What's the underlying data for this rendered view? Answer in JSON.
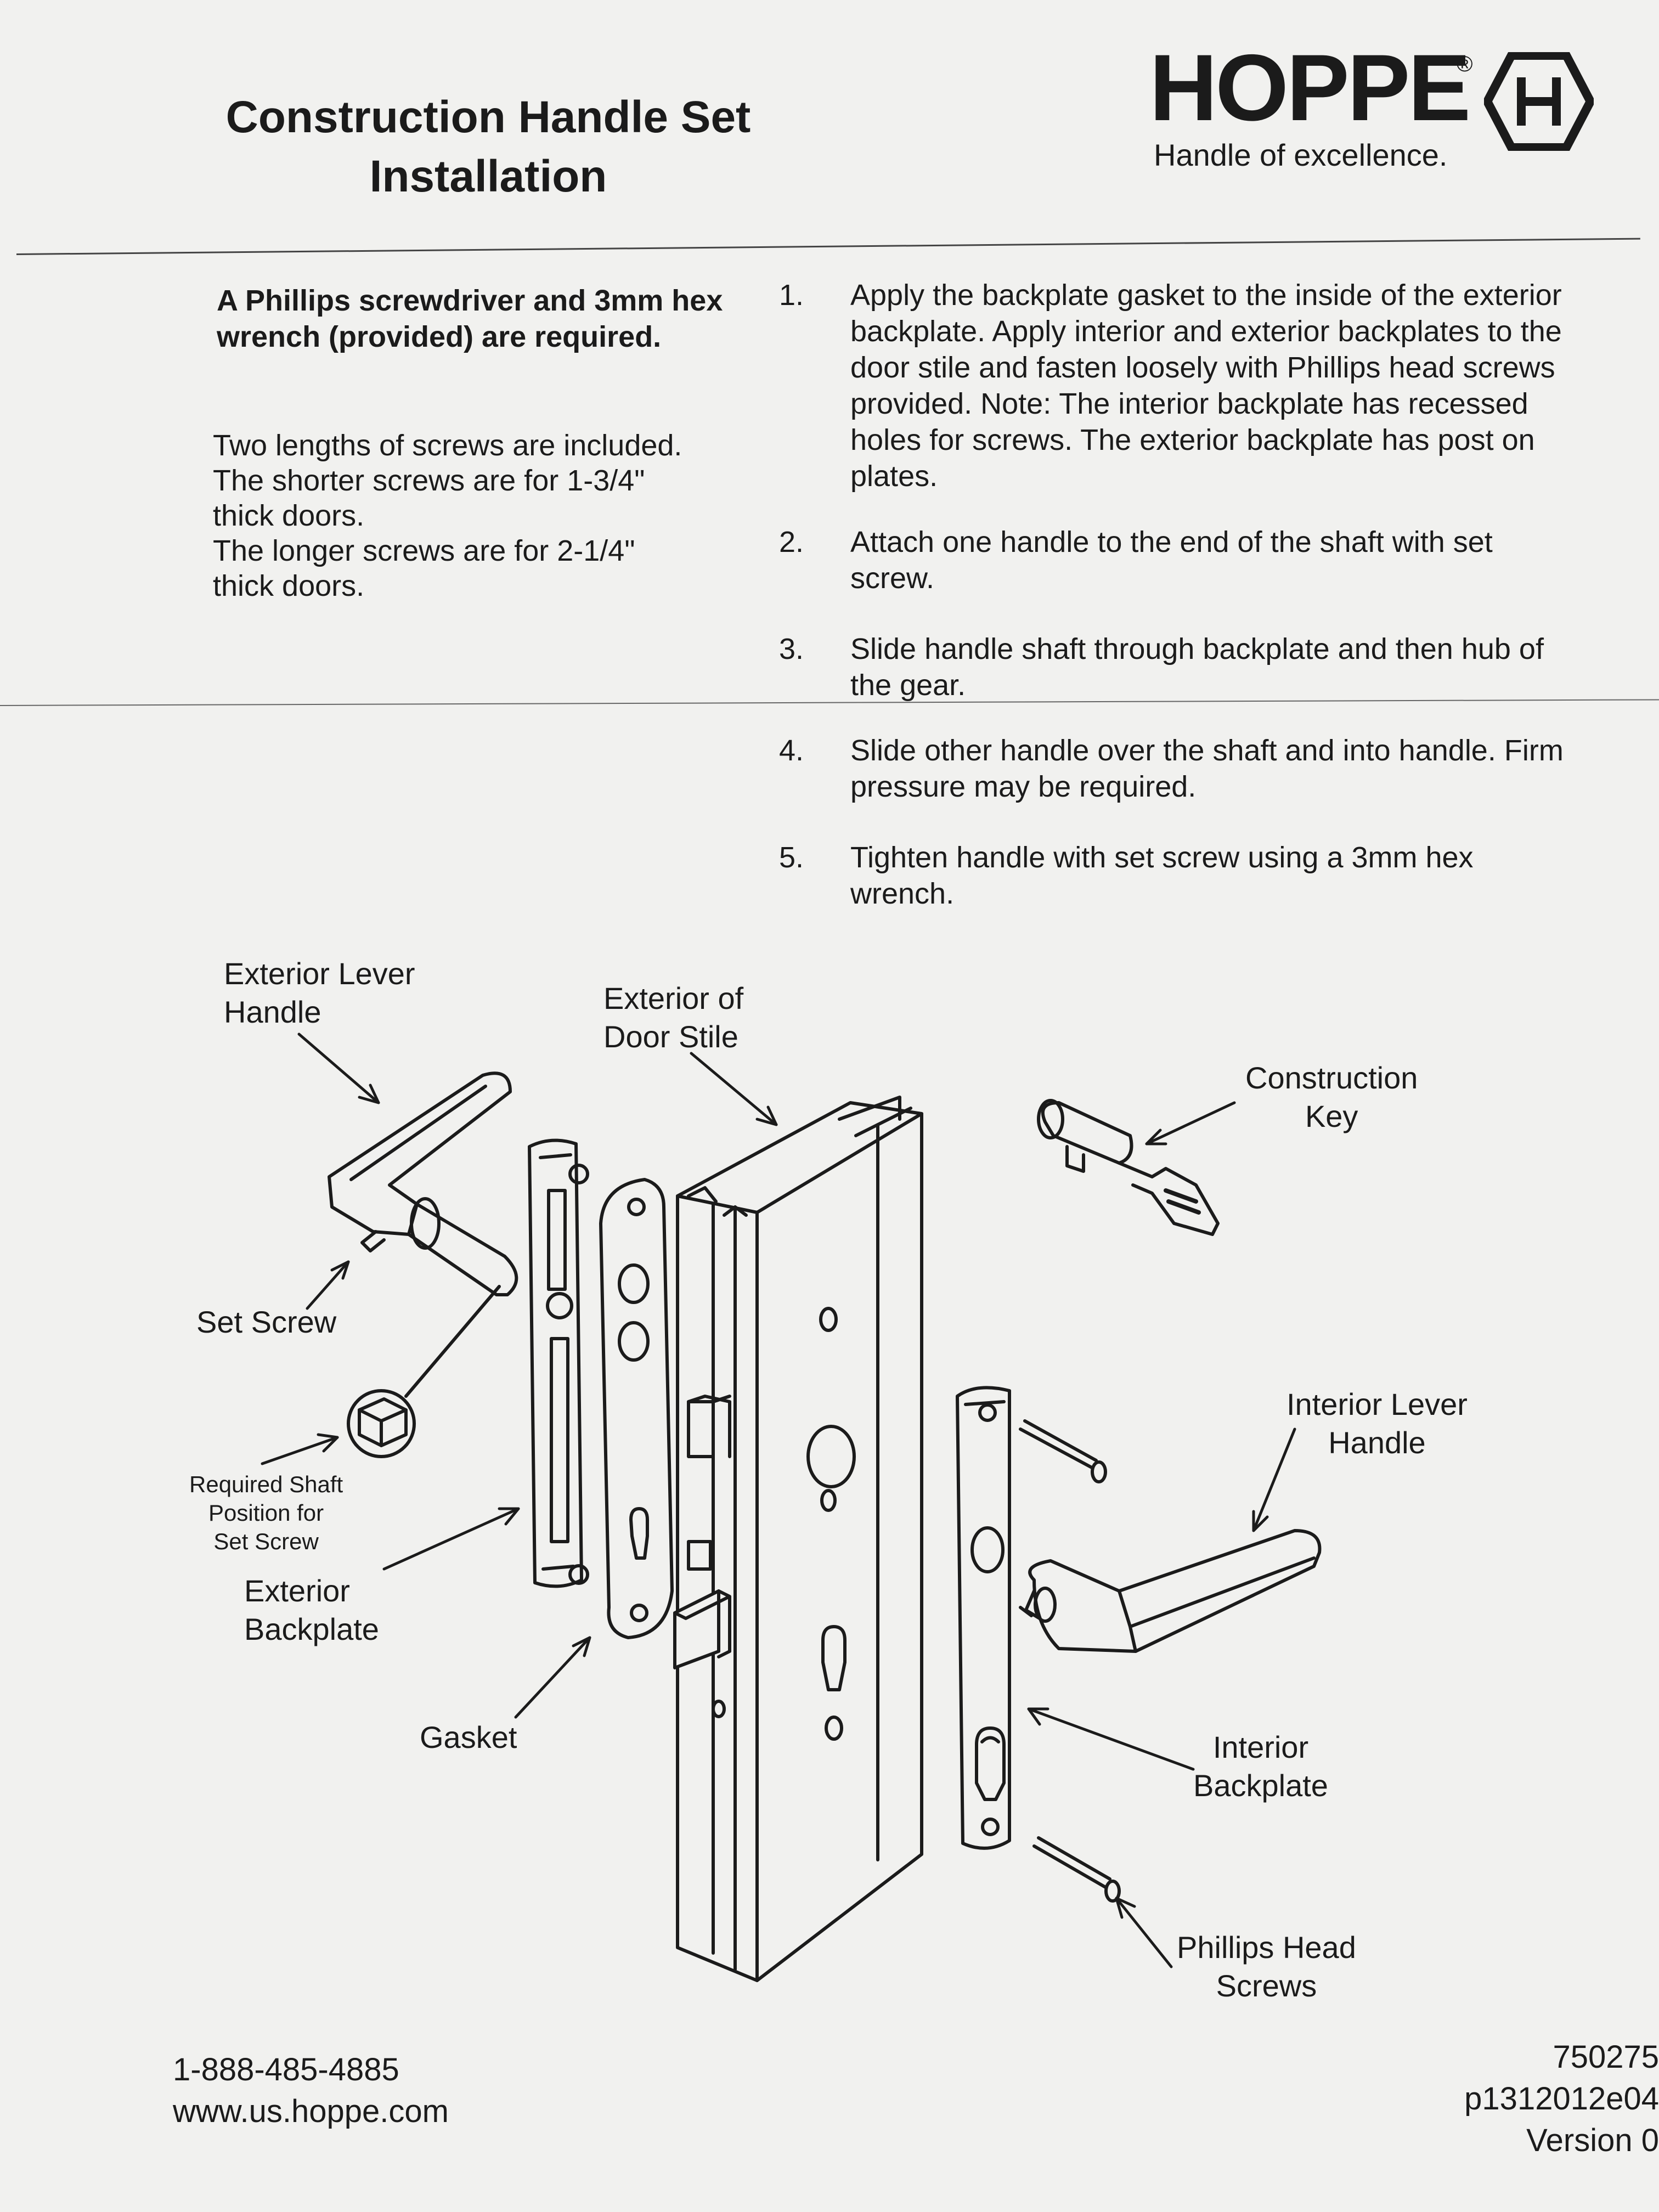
{
  "header": {
    "title_line1": "Construction Handle Set",
    "title_line2": "Installation",
    "brand": "HOPPE",
    "registered": "®",
    "tagline": "Handle of excellence."
  },
  "requirements": {
    "tools": "A Phillips screwdriver and 3mm hex wrench (provided) are required.",
    "screws_line1": "Two lengths of screws are included.",
    "screws_line2": "The shorter screws are for 1-3/4\"",
    "screws_line3": "thick doors.",
    "screws_line4": "The longer screws are for 2-1/4\"",
    "screws_line5": "thick doors."
  },
  "steps": [
    {
      "num": "1.",
      "text": "Apply the backplate gasket to the inside of the exterior backplate.  Apply interior and exterior backplates to the door stile and fasten loosely with Phillips head screws provided.  Note:  The interior backplate has recessed holes for screws.  The exterior backplate has post on plates."
    },
    {
      "num": "2.",
      "text": "Attach one handle to the end of the shaft with set screw."
    },
    {
      "num": "3.",
      "text": "Slide handle shaft through backplate and then hub of the gear."
    },
    {
      "num": "4.",
      "text": "Slide other handle over the shaft and into handle.  Firm pressure may be required."
    },
    {
      "num": "5.",
      "text": "Tighten handle with set screw using a 3mm hex wrench."
    }
  ],
  "diagram": {
    "labels": {
      "exterior_lever_1": "Exterior Lever",
      "exterior_lever_2": "Handle",
      "exterior_stile_1": "Exterior of",
      "exterior_stile_2": "Door Stile",
      "construction_key_1": "Construction",
      "construction_key_2": "Key",
      "set_screw": "Set Screw",
      "shaft_pos_1": "Required Shaft",
      "shaft_pos_2": "Position for",
      "shaft_pos_3": "Set Screw",
      "exterior_backplate_1": "Exterior",
      "exterior_backplate_2": "Backplate",
      "gasket": "Gasket",
      "interior_lever_1": "Interior Lever",
      "interior_lever_2": "Handle",
      "interior_backplate_1": "Interior",
      "interior_backplate_2": "Backplate",
      "phillips_1": "Phillips Head",
      "phillips_2": "Screws"
    }
  },
  "footer": {
    "phone": "1-888-485-4885",
    "website": "www.us.hoppe.com",
    "part_number": "750275",
    "doc_code": "p1312012e04",
    "version": "Version 0"
  },
  "colors": {
    "paper": "#f1f1ef",
    "background": "#5d5a55",
    "ink": "#1b1b1b"
  }
}
